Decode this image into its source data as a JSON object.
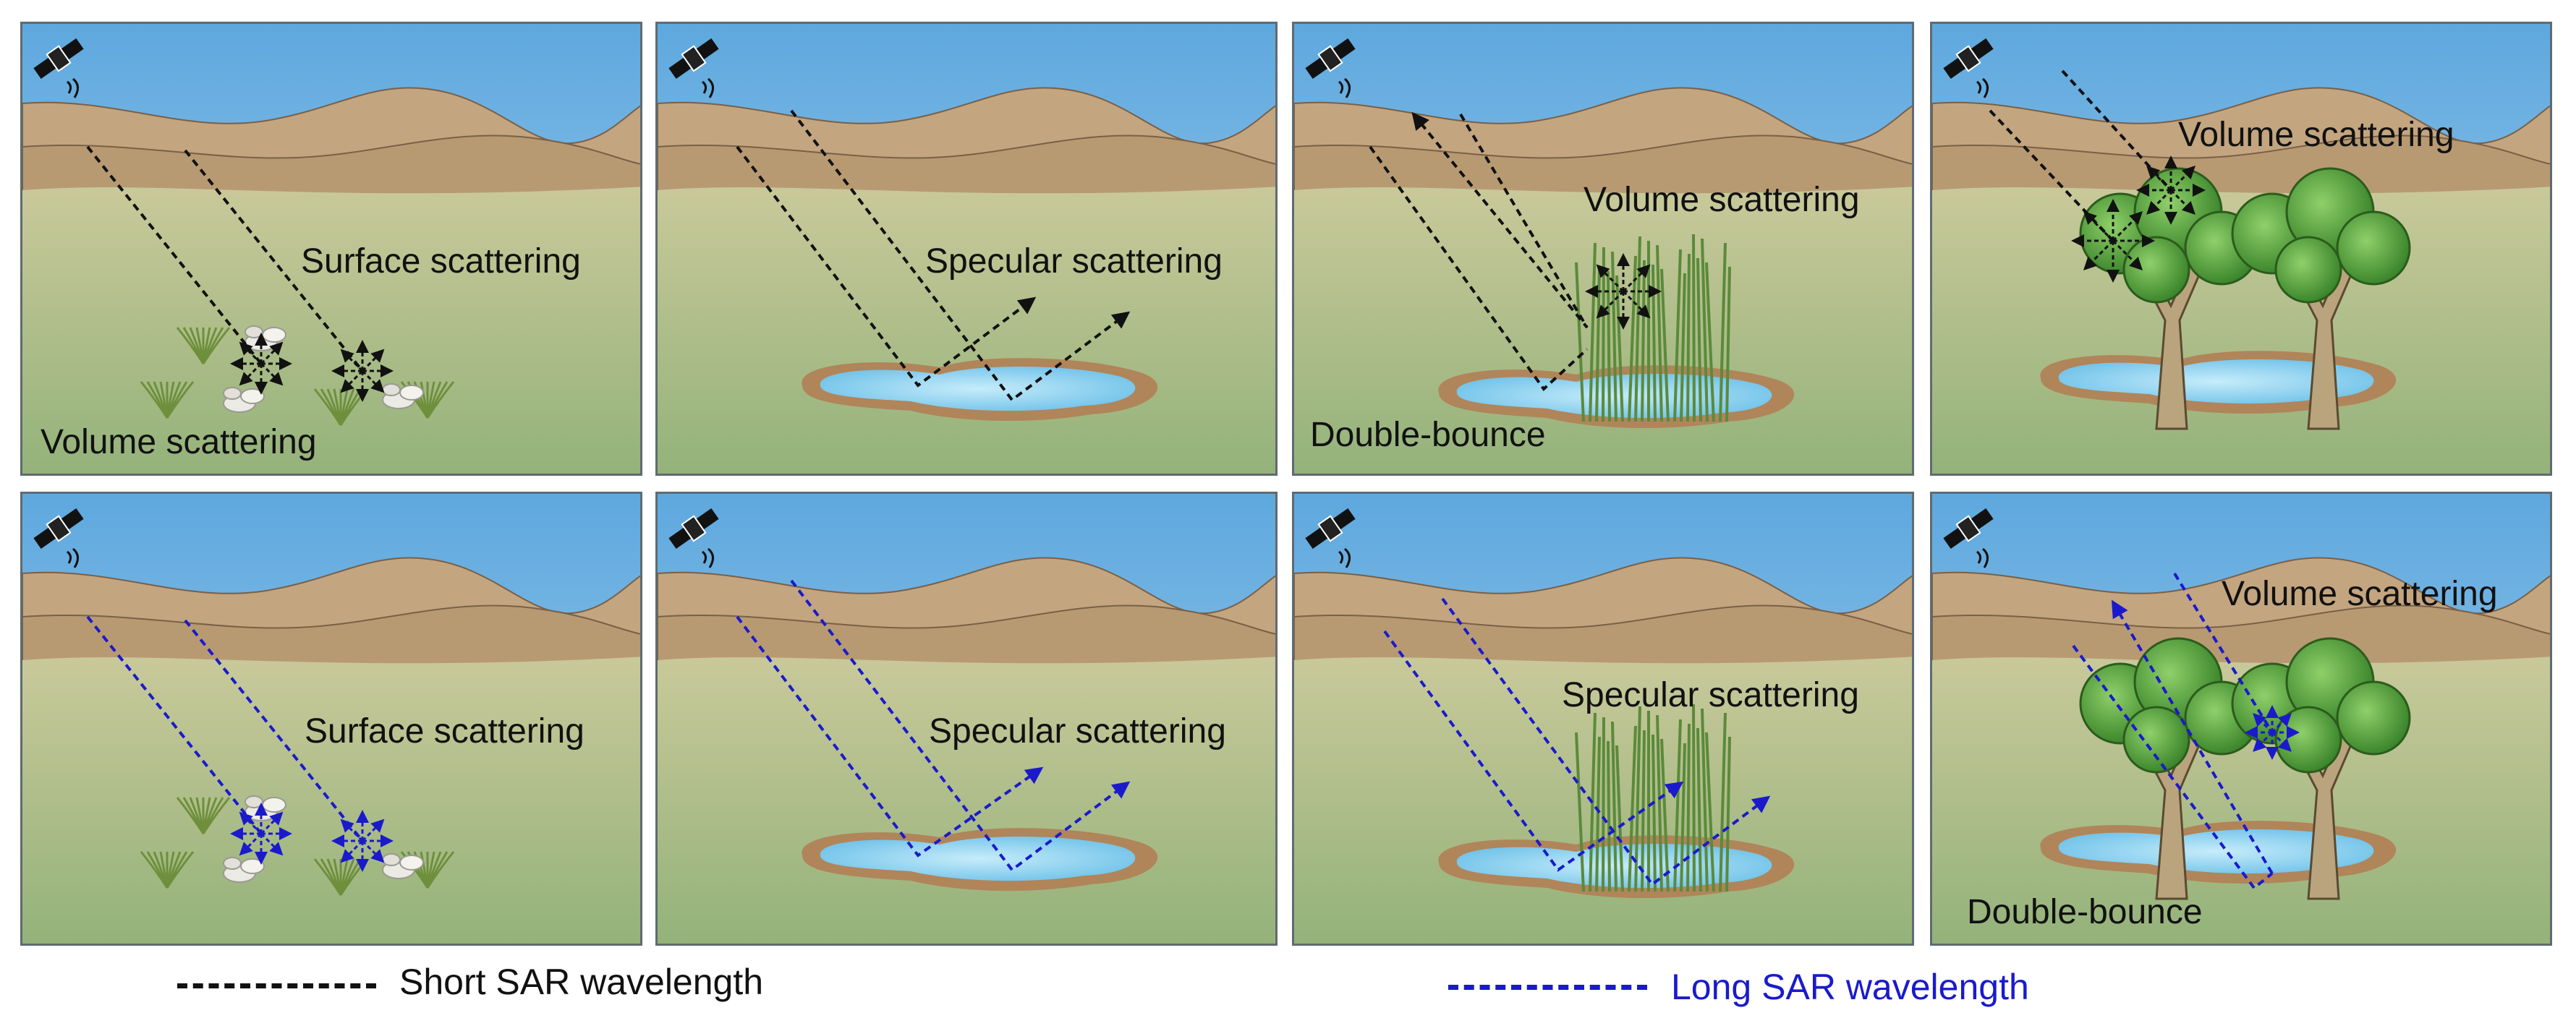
{
  "panels": [
    {
      "labels": [
        "Surface scattering",
        "Volume scattering"
      ]
    },
    {
      "labels": [
        "Specular scattering"
      ]
    },
    {
      "labels": [
        "Volume scattering",
        "Double-bounce"
      ]
    },
    {
      "labels": [
        "Volume scattering"
      ]
    },
    {
      "labels": [
        "Surface scattering"
      ]
    },
    {
      "labels": [
        "Specular scattering"
      ]
    },
    {
      "labels": [
        "Specular scattering"
      ]
    },
    {
      "labels": [
        "Volume scattering",
        "Double-bounce"
      ]
    }
  ],
  "legend": {
    "short": {
      "label": "Short SAR wavelength",
      "color": "#111111"
    },
    "long": {
      "label": "Long SAR wavelength",
      "color": "#1a1acc"
    }
  },
  "colors": {
    "sky_top": "#5ea8de",
    "sky_bottom": "#a7d2ee",
    "ground": "#93b27a",
    "water": "#6cc0e8",
    "hills": "#c3a57f",
    "tree": "#4f9c3a"
  }
}
